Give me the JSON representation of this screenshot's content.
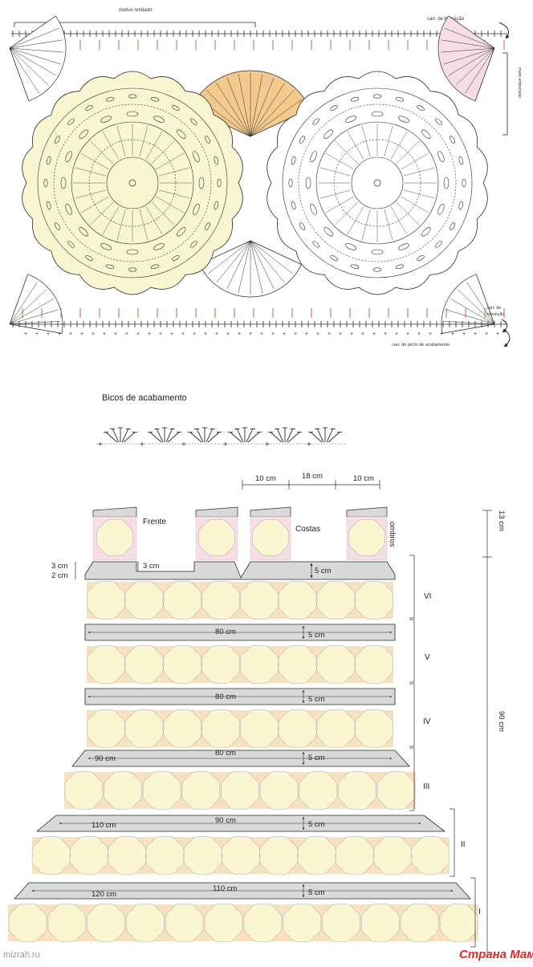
{
  "chart": {
    "label_motif": "motivo rendado",
    "label_transition_top": "carr. de transição",
    "label_half_motif": "meio entremeio",
    "label_transition_bottom_1": "carr. de",
    "label_transition_bottom_2": "transição",
    "label_finish_row": "carr. de picôs de acabamento"
  },
  "edging": {
    "title": "Bicos de acabamento"
  },
  "schematic": {
    "top_widths": [
      "10 cm",
      "18 cm",
      "10 cm"
    ],
    "label_front": "Frente",
    "label_back": "Costas",
    "label_shoulders": "ombros",
    "yoke_heights": [
      "3 cm",
      "2 cm"
    ],
    "neck_depth": "3 cm",
    "band_height": "5 cm",
    "height_13": "13 cm",
    "height_90": "90 cm",
    "tiers": [
      "VI",
      "V",
      "IV",
      "III",
      "II",
      "I"
    ],
    "width_80": "80 cm",
    "width_90": "90 cm",
    "width_110": "110 cm",
    "width_120": "120 cm"
  },
  "footer": {
    "site_left": "mizrah.ru",
    "site_right": "Страна Мам"
  },
  "colors": {
    "cream": "#fbf6d2",
    "orange": "#f3c98e",
    "pink": "#f6dde6",
    "band_gray": "#d9d9d9",
    "line": "#2b2b2b",
    "accent_red": "#c0392b",
    "logo_red": "#d92b2b"
  }
}
